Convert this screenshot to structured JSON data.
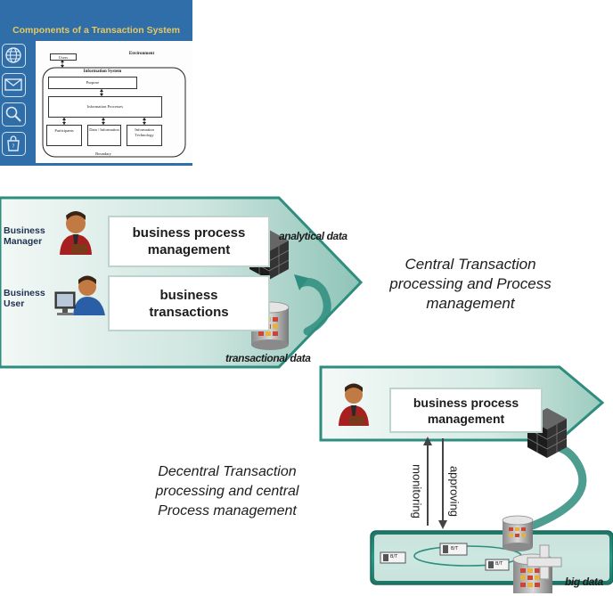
{
  "slide": {
    "title": "Components of a Transaction System",
    "icons": [
      "globe-icon",
      "mail-icon",
      "search-icon",
      "bag-icon"
    ],
    "figure": {
      "users": "Users",
      "environment": "Environment",
      "information_system": "Information System",
      "purpose": "Purpose",
      "processes": "Information Processes",
      "participants": "Participants",
      "data": "Data / Information",
      "technology": "Information Technology",
      "boundary": "Boundary"
    }
  },
  "central": {
    "roles": [
      "Business Manager",
      "Business User"
    ],
    "boxes": [
      "business process management",
      "business transactions"
    ],
    "analytical_label": "analytical data",
    "transactional_label": "transactional data",
    "caption": "Central Transaction processing and Process management"
  },
  "decentral": {
    "box": "business process management",
    "arrow_left": "monitoring",
    "arrow_right": "approving",
    "node_label": "B/T",
    "big_data_label": "big data",
    "caption": "Decentral Transaction processing and central Process management"
  },
  "colors": {
    "slide_bg": "#2f6ea8",
    "slide_title": "#e8c860",
    "teal_light": "#e6f2ee",
    "teal_dark": "#2e8d7e",
    "person_skin": "#c27a45",
    "person_red": "#b02020"
  }
}
